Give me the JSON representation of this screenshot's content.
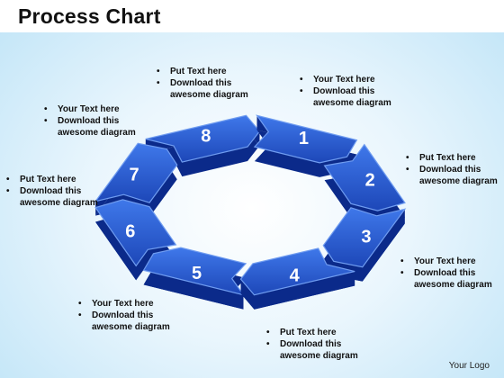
{
  "title": "Process Chart",
  "logo": "Your Logo",
  "colors": {
    "segment_top": "#2d63d8",
    "segment_side": "#0b2a8a",
    "segment_edge": "#6f9cf0",
    "number_text": "#ffffff"
  },
  "segments": [
    {
      "number": "1"
    },
    {
      "number": "2"
    },
    {
      "number": "3"
    },
    {
      "number": "4"
    },
    {
      "number": "5"
    },
    {
      "number": "6"
    },
    {
      "number": "7"
    },
    {
      "number": "8"
    }
  ],
  "notes": [
    {
      "id": "n1",
      "lines": [
        "Your Text here",
        "Download this awesome diagram"
      ]
    },
    {
      "id": "n2",
      "lines": [
        "Put Text here",
        "Download this awesome diagram"
      ]
    },
    {
      "id": "n3",
      "lines": [
        "Your Text here",
        "Download this awesome diagram"
      ]
    },
    {
      "id": "n4",
      "lines": [
        "Put Text here",
        "Download this awesome diagram"
      ]
    },
    {
      "id": "n5",
      "lines": [
        "Your Text here",
        "Download this awesome diagram"
      ]
    },
    {
      "id": "n6",
      "lines": [
        "Put Text here",
        "Download this awesome diagram"
      ]
    },
    {
      "id": "n7",
      "lines": [
        "Your Text here",
        "Download this awesome diagram"
      ]
    },
    {
      "id": "n8",
      "lines": [
        "Put Text here",
        "Download this awesome diagram"
      ]
    }
  ]
}
